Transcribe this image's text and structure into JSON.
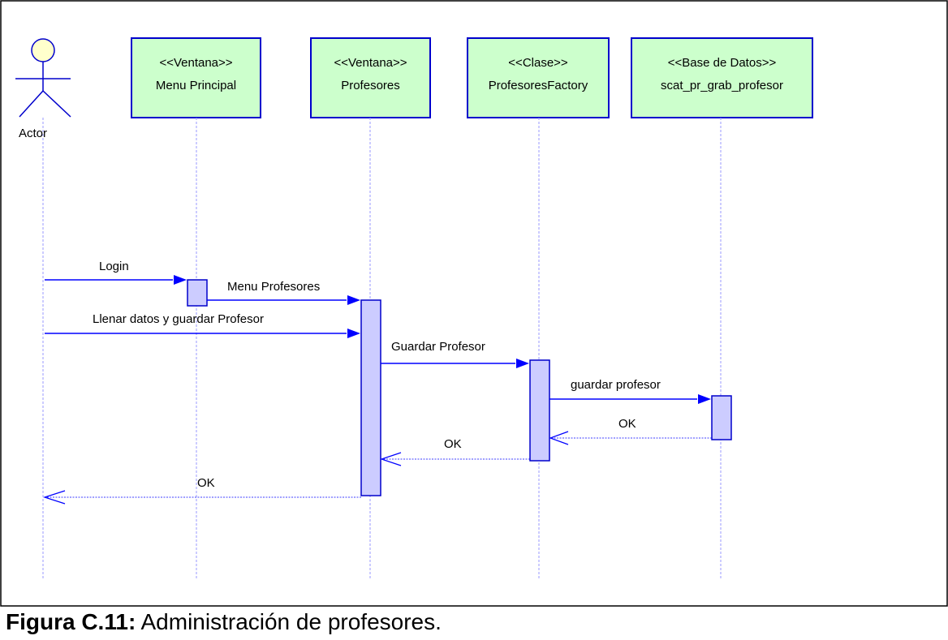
{
  "actor": {
    "label": "Actor"
  },
  "lifelines": [
    {
      "stereotype": "<<Ventana>>",
      "name": "Menu Principal"
    },
    {
      "stereotype": "<<Ventana>>",
      "name": "Profesores"
    },
    {
      "stereotype": "<<Clase>>",
      "name": "ProfesoresFactory"
    },
    {
      "stereotype": "<<Base de Datos>>",
      "name": "scat_pr_grab_profesor"
    }
  ],
  "messages": [
    {
      "label": "Login",
      "kind": "call"
    },
    {
      "label": "Menu Profesores",
      "kind": "call"
    },
    {
      "label": "Llenar datos y guardar Profesor",
      "kind": "call"
    },
    {
      "label": "Guardar Profesor",
      "kind": "call"
    },
    {
      "label": "guardar profesor",
      "kind": "call"
    },
    {
      "label": "OK",
      "kind": "return"
    },
    {
      "label": "OK",
      "kind": "return"
    },
    {
      "label": "OK",
      "kind": "return"
    }
  ],
  "caption": {
    "number": "Figura C.11:",
    "text": " Administración de profesores."
  },
  "colors": {
    "box_fill": "#ccffcc",
    "box_border": "#0000cc",
    "activation_fill": "#ccccff",
    "message": "#0000ff",
    "actor_head": "#ffffcc",
    "lifeline": "#9999ff"
  }
}
